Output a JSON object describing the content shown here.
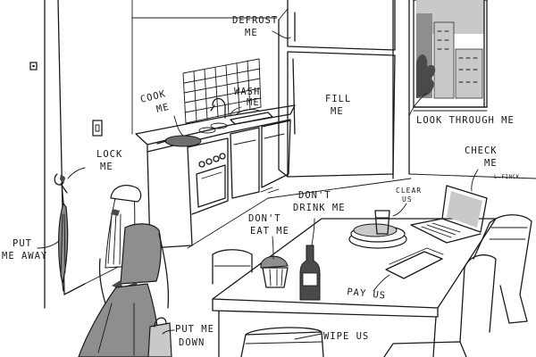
{
  "labels": {
    "defrost": [
      "DEFROST",
      "ME"
    ],
    "cook": [
      "COOK",
      "ME"
    ],
    "wash": [
      "WASH",
      "ME"
    ],
    "fill": [
      "FILL",
      "ME"
    ],
    "look_through": "LOOK THROUGH ME",
    "lock": [
      "LOCK",
      "ME"
    ],
    "check": [
      "CHECK",
      "ME"
    ],
    "clear": [
      "CLEAR",
      "US"
    ],
    "dont_drink": [
      "DON'T",
      "DRINK ME"
    ],
    "dont_eat": [
      "DON'T",
      "EAT ME"
    ],
    "put_away": [
      "PUT",
      "ME AWAY"
    ],
    "pay": "PAY US",
    "put_down": [
      "PUT ME",
      "DOWN"
    ],
    "wipe": "WIPE US"
  },
  "signature": "L.FINCK",
  "icons": [
    "refrigerator",
    "stove",
    "sink",
    "window",
    "door-lock",
    "laptop",
    "plates",
    "glass",
    "muffin",
    "bottle",
    "umbrella",
    "bills",
    "shopping-bag",
    "chair",
    "table"
  ]
}
